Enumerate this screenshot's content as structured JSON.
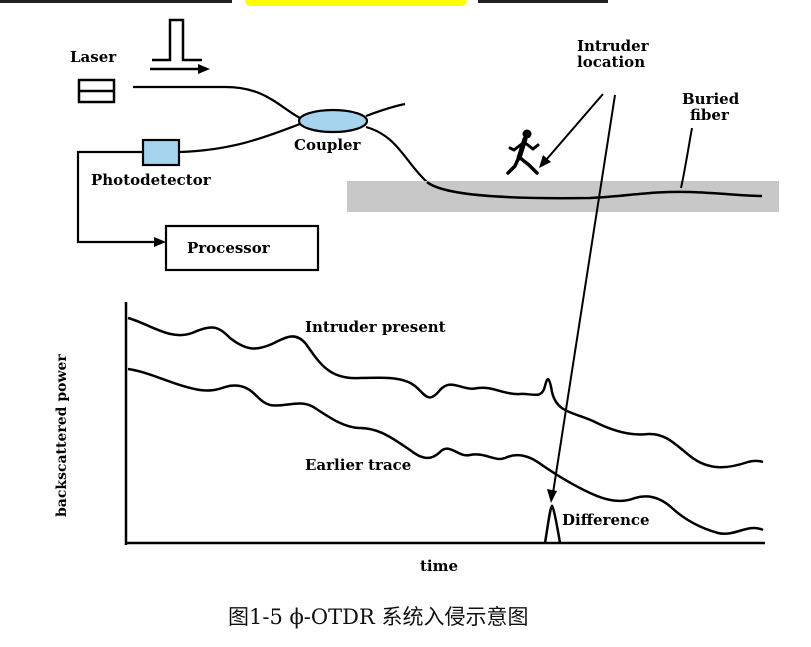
{
  "colors": {
    "highlight": "#ffff00",
    "coupler": "#a6d3ee",
    "photodetector": "#a6d3ee",
    "ground": "#c8c8c8",
    "line": "#000000"
  },
  "labels": {
    "laser": "Laser",
    "coupler": "Coupler",
    "photodetector": "Photodetector",
    "processor": "Processor",
    "intruder_line1": "Intruder",
    "intruder_line2": "location",
    "buried_line1": "Buried",
    "buried_line2": "fiber",
    "intruder_present": "Intruder present",
    "earlier_trace": "Earlier trace",
    "difference": "Difference",
    "y_axis": "backscattered power",
    "x_axis": "time"
  },
  "caption": "图1-5 ϕ-OTDR 系统入侵示意图",
  "icons": [
    "laser-icon",
    "pulse-icon",
    "running-person-icon"
  ]
}
